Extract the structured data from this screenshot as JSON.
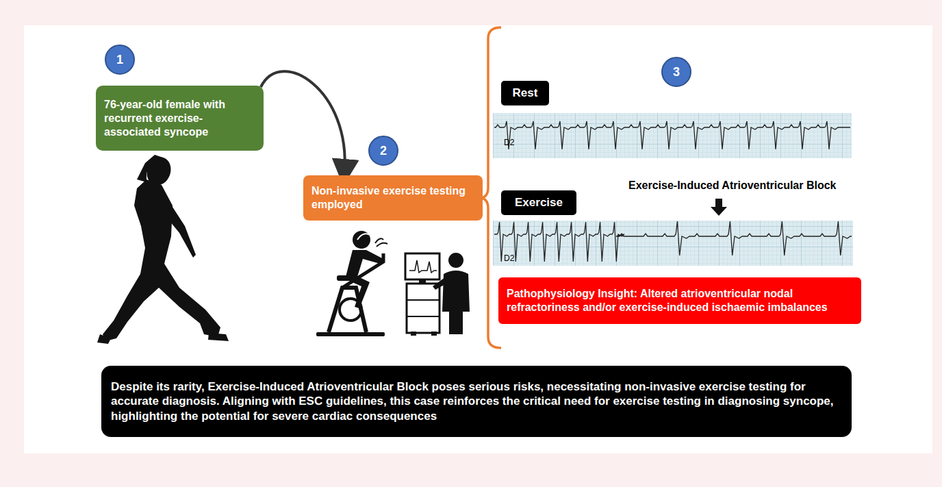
{
  "diagram": {
    "nodes": [
      {
        "text": [
          "1"
        ]
      },
      {
        "text": [
          "76-year-old female with recurrent exercise-associated syncope"
        ]
      },
      {
        "text": [
          "2"
        ]
      },
      {
        "text": [
          "Non-invasive exercise testing employed"
        ]
      },
      {
        "text": [
          "3"
        ]
      },
      {
        "text": [
          "Rest"
        ]
      },
      {
        "text": [
          "Exercise"
        ]
      },
      {
        "text": [
          "Pathophysiology Insight: Altered atrioventricular nodal refractoriness and/or exercise-induced ischaemic imbalances"
        ]
      },
      {
        "text": [
          "Despite its rarity, Exercise-Induced Atrioventricular Block poses serious risks, necessitating non-invasive exercise testing for accurate diagnosis. Aligning with ESC guidelines, this case reinforces the critical need for exercise testing in diagnosing syncope, highlighting the potential for severe cardiac consequences"
        ]
      }
    ],
    "edges": [
      {
        "from": 1,
        "to": 3,
        "arrow": "to"
      }
    ],
    "labels": [
      "D2",
      "D2",
      "Exercise-Induced Atrioventricular Block"
    ]
  }
}
